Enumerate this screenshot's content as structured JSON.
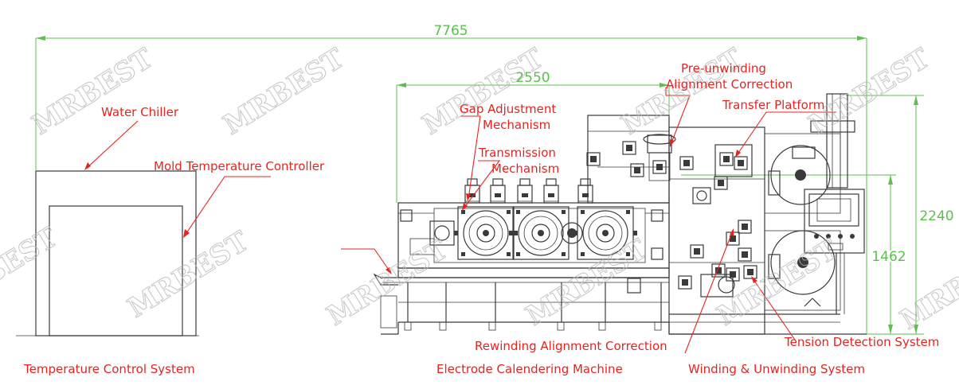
{
  "dimensions": {
    "overall_length": "7765",
    "calender_length": "2550",
    "overall_height": "2240",
    "calender_height": "1462"
  },
  "labels": {
    "water_chiller": "Water Chiller",
    "mold_temperature_controller": "Mold Temperature Controller",
    "gap_adjustment_line1": "Gap Adjustment",
    "gap_adjustment_line2": "Mechanism",
    "transmission_line1": "Transmission",
    "transmission_line2": "Mechanism",
    "pre_unwinding_line1": "Pre-unwinding",
    "pre_unwinding_line2": "Alignment Correction",
    "transfer_platform": "Transfer Platform",
    "rewinding_alignment_correction": "Rewinding Alignment Correction",
    "tension_detection_system": "Tension Detection System"
  },
  "section_titles": {
    "temperature_control_system": "Temperature Control System",
    "electrode_calendering_machine": "Electrode Calendering Machine",
    "winding_unwinding_system": "Winding & Unwinding System"
  },
  "watermark": "MRBEST",
  "colors": {
    "label_red": "#e8231f",
    "dimension_green": "#5cbf4e",
    "line_dark": "#3a3a3a",
    "watermark_gray": "#b8b8b8"
  }
}
